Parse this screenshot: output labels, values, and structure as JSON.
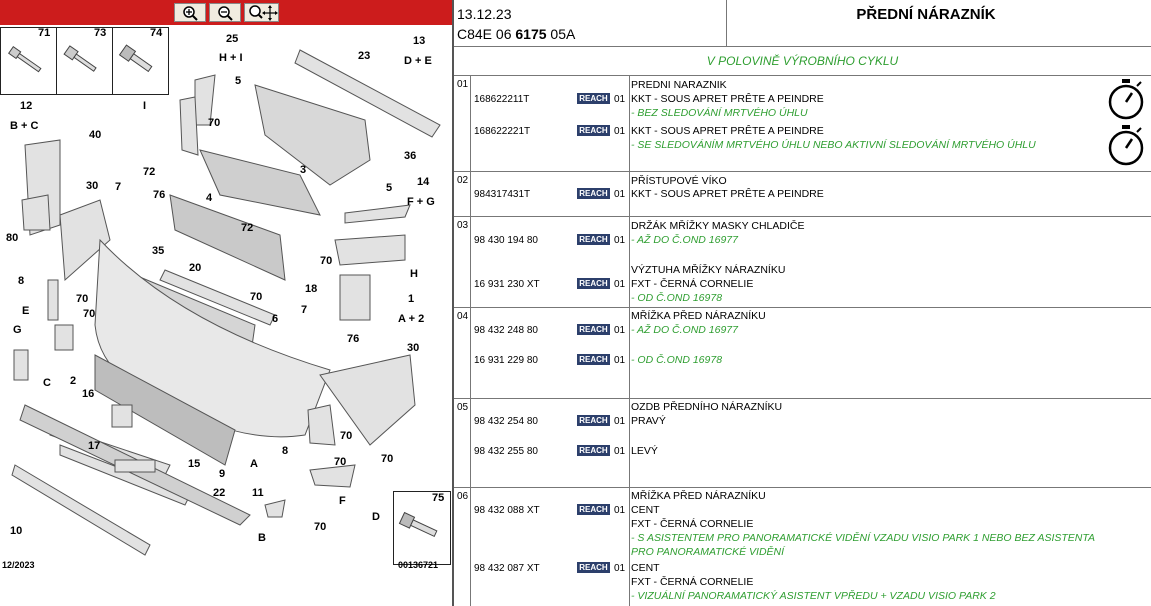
{
  "toolbar": {
    "zoom_in_icon": "zoom-in-icon",
    "zoom_out_icon": "zoom-out-icon",
    "pan_icon": "pan-zoom-icon",
    "color": "#cc1c1c"
  },
  "diagram": {
    "date": "12/2023",
    "ref_code": "00136721",
    "labels": {
      "l71": "71",
      "l73": "73",
      "l74": "74",
      "l75": "75",
      "l25": "25",
      "l25sub": "H + I",
      "l13": "13",
      "l13sub": "D + E",
      "l23": "23",
      "l5a": "5",
      "lI": "I",
      "l12": "12",
      "l12sub": "B + C",
      "l70a": "70",
      "l40": "40",
      "l72a": "72",
      "l36": "36",
      "l3": "3",
      "l7a": "7",
      "l76a": "76",
      "l30a": "30",
      "l4": "4",
      "l5b": "5",
      "l14": "14",
      "l14sub": "F + G",
      "l80": "80",
      "l72b": "72",
      "l70b": "70",
      "l35": "35",
      "lH": "H",
      "l8a": "8",
      "l70c": "70",
      "l20": "20",
      "l70d": "70",
      "l18": "18",
      "l1": "1",
      "l1sub": "A + 2",
      "lE": "E",
      "l70e": "70",
      "l6": "6",
      "l7b": "7",
      "l76b": "76",
      "lG": "G",
      "l30b": "30",
      "lC": "C",
      "l2": "2",
      "l16": "16",
      "l70f": "70",
      "l8b": "8",
      "lA": "A",
      "l17": "17",
      "l15": "15",
      "l9": "9",
      "l70g": "70",
      "l70h": "70",
      "l22": "22",
      "l11": "11",
      "lF": "F",
      "lD": "D",
      "l10": "10",
      "lB": "B",
      "l70i": "70"
    }
  },
  "header": {
    "date": "13.12.23",
    "code_prefix": "C84E 06 ",
    "code_bold": "6175",
    "code_suffix": " 05A",
    "title": "PŘEDNÍ NÁRAZNÍK"
  },
  "banner": "V POLOVINĚ VÝROBNÍHO CYKLU",
  "reach_label": "REACH",
  "sections": {
    "s01": {
      "no": "01",
      "title": "PREDNI NARAZNIK",
      "r1": {
        "ref": "168622211T",
        "qty": "01",
        "desc": "KKT - SOUS APRET PRÊTE A PEINDRE",
        "note": "- BEZ SLEDOVÁNÍ MRTVÉHO ÚHLU"
      },
      "r2": {
        "ref": "168622221T",
        "qty": "01",
        "desc": "KKT - SOUS APRET PRÊTE A PEINDRE",
        "note": "- SE SLEDOVÁNÍM MRTVÉHO ÚHLU NEBO AKTIVNÍ SLEDOVÁNÍ MRTVÉHO ÚHLU"
      }
    },
    "s02": {
      "no": "02",
      "title": "PŘÍSTUPOVÉ VÍKO",
      "r1": {
        "ref": "984317431T",
        "qty": "01",
        "desc": "KKT - SOUS APRET PRÊTE A PEINDRE"
      }
    },
    "s03": {
      "no": "03",
      "title": "DRŽÁK MŘÍŽKY MASKY CHLADIČE",
      "r1": {
        "ref": "98 430 194 80",
        "qty": "01",
        "note": "- AŽ DO Č.OND 16977"
      },
      "title2": "VÝZTUHA MŘÍŽKY NÁRAZNÍKU",
      "r2": {
        "ref": "16 931 230 XT",
        "qty": "01",
        "desc": "FXT - ČERNÁ CORNELIE",
        "note": "- OD Č.OND 16978"
      }
    },
    "s04": {
      "no": "04",
      "title": "MŘÍŽKA PŘED NÁRAZNÍKU",
      "r1": {
        "ref": "98 432 248 80",
        "qty": "01",
        "note": "- AŽ DO Č.OND 16977"
      },
      "r2": {
        "ref": "16 931 229 80",
        "qty": "01",
        "note": "- OD Č.OND 16978"
      }
    },
    "s05": {
      "no": "05",
      "title": "OZDB PŘEDNÍHO NÁRAZNÍKU",
      "r1": {
        "ref": "98 432 254 80",
        "qty": "01",
        "desc": "PRAVÝ"
      },
      "r2": {
        "ref": "98 432 255 80",
        "qty": "01",
        "desc": "LEVÝ"
      }
    },
    "s06": {
      "no": "06",
      "title": "MŘÍŽKA PŘED NÁRAZNÍKU",
      "r1": {
        "ref": "98 432 088 XT",
        "qty": "01",
        "desc": "CENT",
        "desc2": "FXT - ČERNÁ CORNELIE",
        "note": "- S ASISTENTEM PRO PANORAMATICKÉ VIDĚNÍ VZADU VISIO PARK 1 NEBO BEZ ASISTENTA",
        "note2": "PRO PANORAMATICKÉ VIDĚNÍ"
      },
      "r2": {
        "ref": "98 432 087 XT",
        "qty": "01",
        "desc": "CENT",
        "desc2": "FXT - ČERNÁ CORNELIE",
        "note": "- VIZUÁLNÍ PANORAMATICKÝ ASISTENT VPŘEDU + VZADU VISIO PARK 2"
      }
    }
  },
  "icons": {
    "timer": "stopwatch-icon"
  },
  "colors": {
    "green_note": "#2e9e30",
    "reach_badge": "#2c3f6b",
    "toolbar": "#cc1c1c"
  }
}
